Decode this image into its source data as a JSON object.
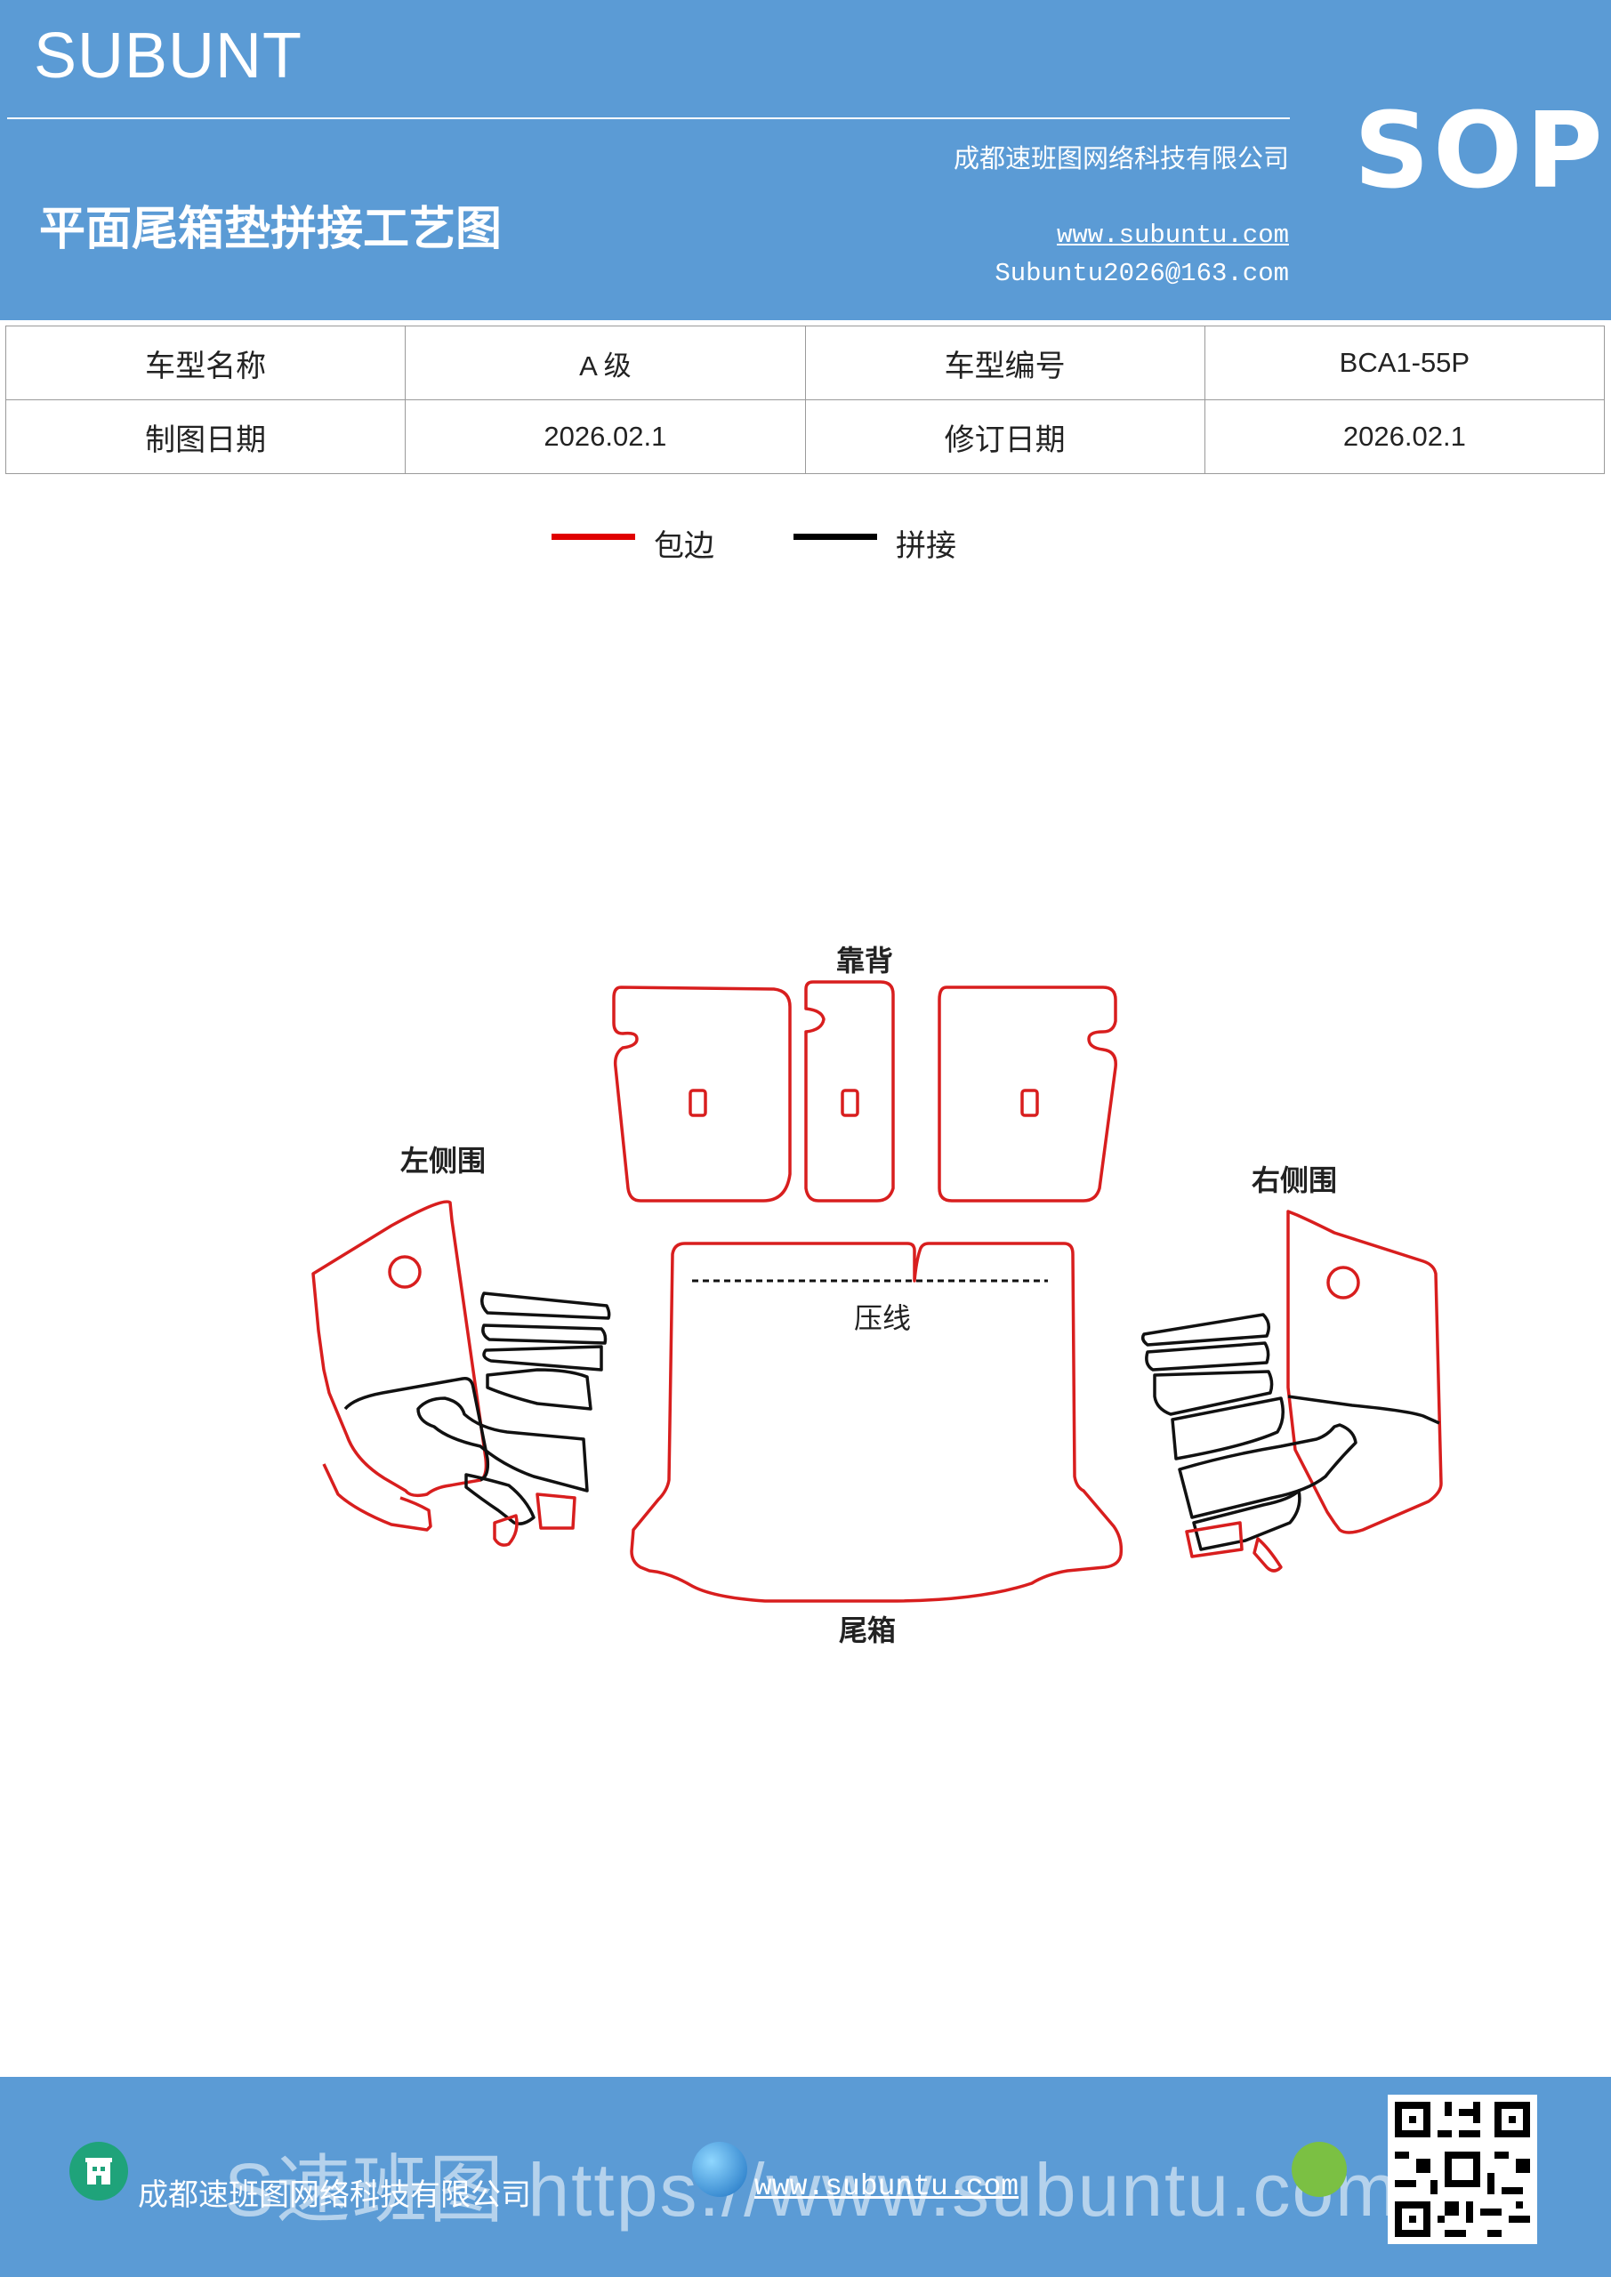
{
  "header": {
    "brand": "SUBUNT",
    "title": "平面尾箱垫拼接工艺图",
    "company": "成都速班图网络科技有限公司",
    "website": "www.subuntu.com",
    "email": "Subuntu2026@163.com",
    "badge": "SOP",
    "bg_color": "#5b9bd5"
  },
  "info_table": {
    "rows": [
      {
        "label1": "车型名称",
        "value1": "A 级",
        "label2": "车型编号",
        "value2": "BCA1-55P"
      },
      {
        "label1": "制图日期",
        "value1": "2026.02.1",
        "label2": "修订日期",
        "value2": "2026.02.1"
      }
    ]
  },
  "legend": {
    "items": [
      {
        "label": "包边",
        "color": "#e00000"
      },
      {
        "label": "拼接",
        "color": "#000000"
      }
    ]
  },
  "diagram": {
    "labels": {
      "backrest": "靠背",
      "left_side": "左侧围",
      "right_side": "右侧围",
      "crease": "压线",
      "trunk": "尾箱"
    },
    "edge_color": "#d81e1e",
    "seam_color": "#111111"
  },
  "footer": {
    "company": "成都速班图网络科技有限公司",
    "website": "www.subuntu.com",
    "overlay_text": "S速班图 https://www.subuntu.com",
    "bg_color": "#5b9bd5",
    "icons": [
      "building-icon",
      "globe-icon",
      "wechat-icon",
      "qr-code"
    ]
  }
}
